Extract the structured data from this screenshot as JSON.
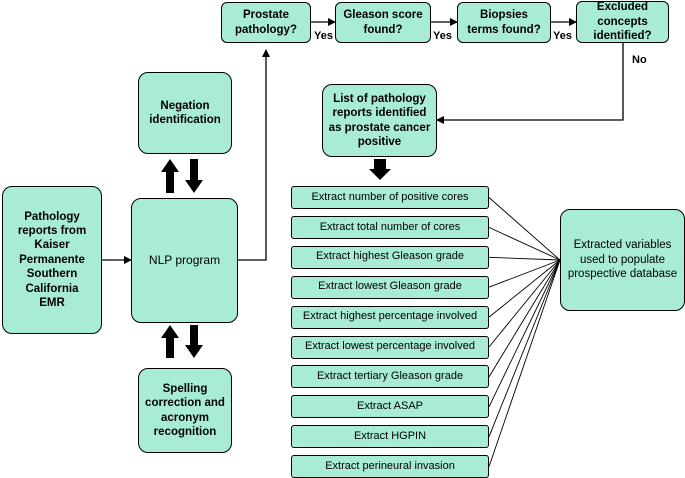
{
  "source": {
    "label": "Pathology\nreports from\nKaiser\nPermanente\nSouthern\nCalifornia\nEMR"
  },
  "nlp": {
    "label": "NLP program"
  },
  "negation": {
    "label": "Negation\nidentification"
  },
  "spelling": {
    "label": "Spelling\ncorrection and\nacronym\nrecognition"
  },
  "decisions": [
    {
      "label": "Prostate\npathology?"
    },
    {
      "label": "Gleason score\nfound?"
    },
    {
      "label": "Biopsies\nterms found?"
    },
    {
      "label": "Excluded\nconcepts\nidentified?"
    }
  ],
  "yes_labels": [
    "Yes",
    "Yes",
    "Yes"
  ],
  "no_label": "No",
  "positive_list": {
    "label": "List of pathology\nreports identified\nas prostate cancer\npositive"
  },
  "extractions": [
    "Extract number of positive cores",
    "Extract total number of cores",
    "Extract highest Gleason grade",
    "Extract lowest Gleason grade",
    "Extract highest percentage involved",
    "Extract lowest percentage involved",
    "Extract tertiary Gleason grade",
    "Extract ASAP",
    "Extract HGPIN",
    "Extract perineural invasion"
  ],
  "output": {
    "label": "Extracted variables\nused to populate\nprospective database"
  }
}
